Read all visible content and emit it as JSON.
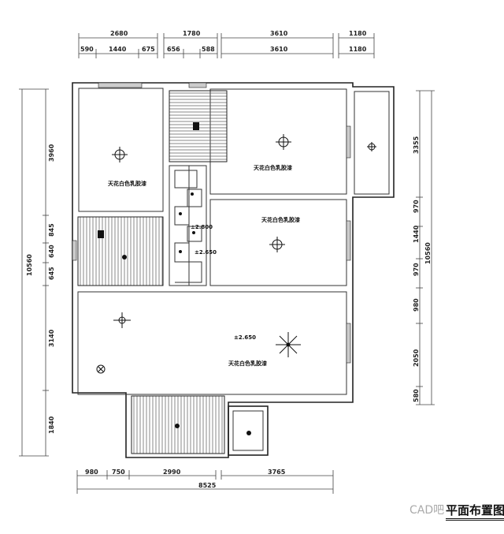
{
  "dimensions": {
    "top_row1": [
      "2680",
      "1780",
      "3610",
      "1180"
    ],
    "top_row2": [
      "590",
      "1440",
      "675",
      "656",
      "588",
      "3610",
      "1180"
    ],
    "bottom_row1": [
      "980",
      "750",
      "2990",
      "3765"
    ],
    "bottom_total": "8525",
    "left_total": "10560",
    "left_row": [
      "3960",
      "845",
      "640",
      "645",
      "3140",
      "1840"
    ],
    "right_total": "10560",
    "right_row": [
      "3355",
      "970",
      "1440",
      "970",
      "980",
      "2050",
      "580"
    ]
  },
  "room_labels": {
    "bedroom_top_left": "天花白色乳胶漆",
    "room_top_right": "天花白色乳胶漆",
    "room_middle_right": "天花白色乳胶漆",
    "living_room": "天花白色乳胶漆"
  },
  "elevations": [
    "±2.800",
    "±2.650",
    "±2.650"
  ],
  "watermark": "CAD吧",
  "drawing_title": "平面布置图"
}
